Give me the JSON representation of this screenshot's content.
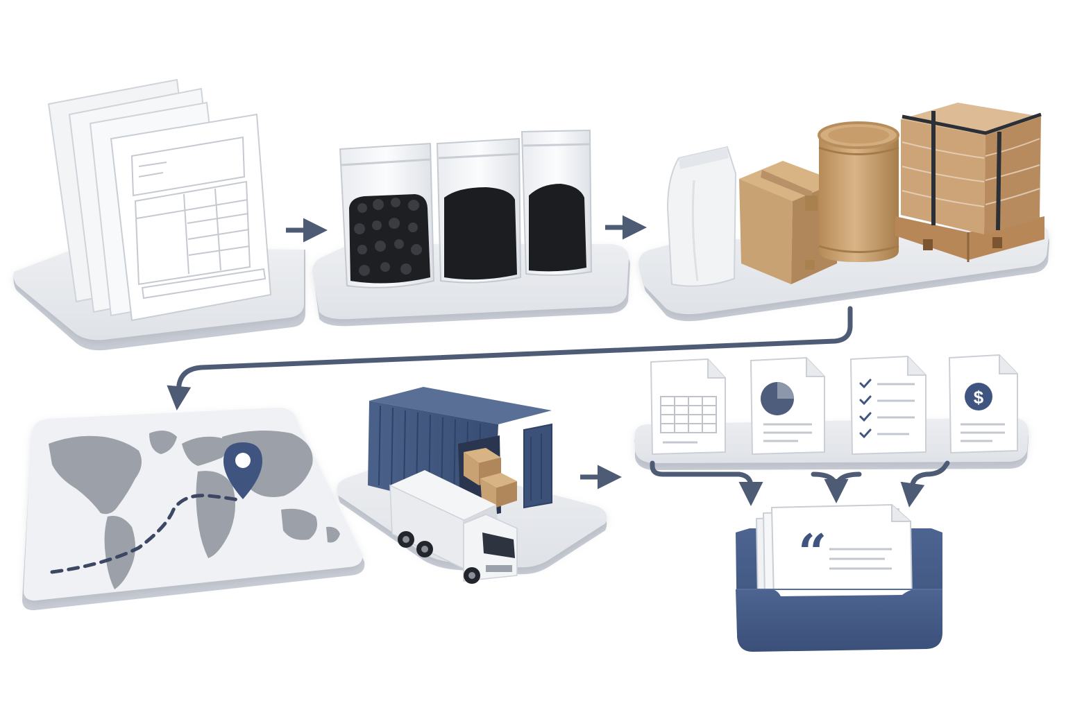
{
  "colors": {
    "background": "#ffffff",
    "platform_top": "#e4e6ea",
    "platform_side": "#c4c8d0",
    "arrow": "#4e5b74",
    "navy": "#3f5580",
    "navy_dark": "#2f4166",
    "kraft": "#c9a273",
    "kraft_dark": "#a9814f",
    "paper": "#f7f8fa",
    "paper_line": "#c3c7cf",
    "resin": "#1c1d20",
    "map_land": "#9ba0a9"
  },
  "steps": [
    {
      "id": "documents",
      "icons": [
        "document-stack-icon"
      ]
    },
    {
      "id": "samples",
      "icons": [
        "resin-sample-bag-icon",
        "resin-sample-bag-icon",
        "resin-sample-bag-icon"
      ]
    },
    {
      "id": "packaging",
      "icons": [
        "paper-bag-icon",
        "carton-box-icon",
        "fiber-drum-icon",
        "wrapped-pallet-icon"
      ]
    },
    {
      "id": "routing",
      "icons": [
        "world-map-icon",
        "location-pin-icon"
      ]
    },
    {
      "id": "shipping",
      "icons": [
        "shipping-container-icon",
        "delivery-truck-icon"
      ]
    },
    {
      "id": "reports",
      "icons": [
        "spreadsheet-document-icon",
        "pie-chart-document-icon",
        "checklist-document-icon",
        "invoice-document-icon"
      ]
    },
    {
      "id": "quote",
      "icons": [
        "quote-document-icon",
        "document-tray-icon"
      ]
    }
  ],
  "flow": [
    "documents",
    "samples",
    "packaging",
    "routing",
    "shipping",
    "reports",
    "quote"
  ],
  "currency_symbol": "$",
  "quote_symbol": "“"
}
